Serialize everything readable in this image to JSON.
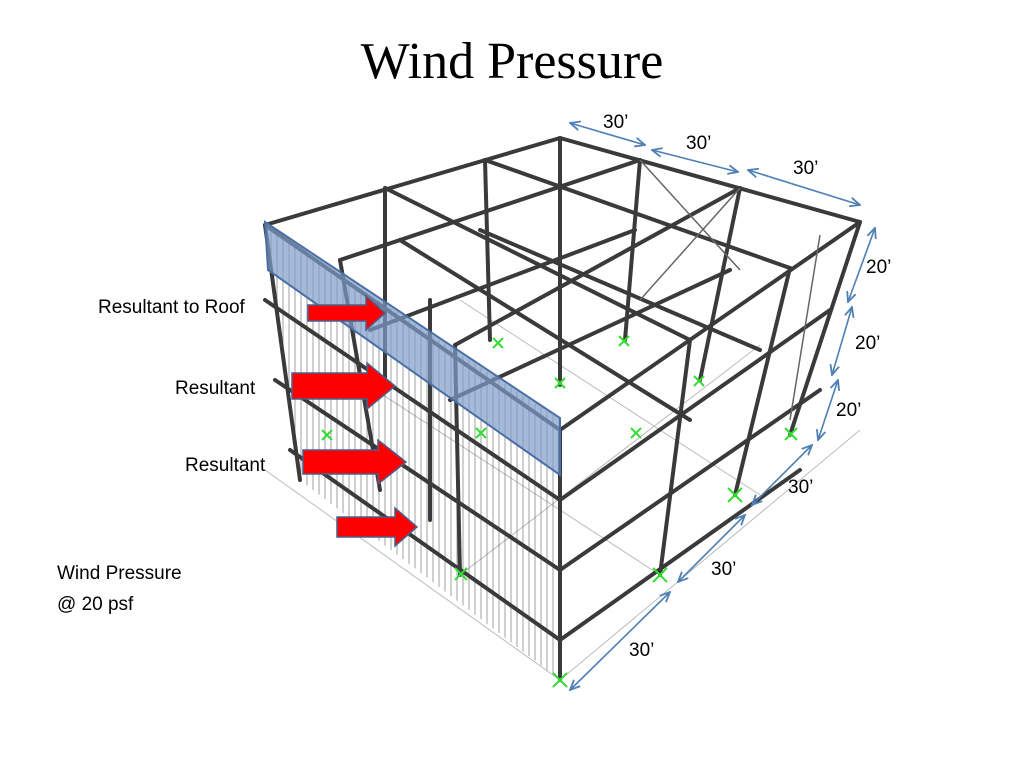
{
  "slide": {
    "title": "Wind Pressure"
  },
  "labels": {
    "resultant_roof": "Resultant to Roof",
    "resultant_1": "Resultant",
    "resultant_2": "Resultant",
    "pressure_line1": "Wind Pressure",
    "pressure_line2": "@ 20 psf"
  },
  "dimensions": {
    "top_1": "30’",
    "top_2": "30’",
    "top_3": "30’",
    "height_1": "20’",
    "height_2": "20’",
    "height_3": "20’",
    "side_1": "30’",
    "side_2": "30’",
    "side_3": "30’"
  },
  "colors": {
    "frame": "#3a3a3a",
    "arrow_fill": "#ff0000",
    "arrow_stroke": "#4a5f8a",
    "panel_fill": "#7f9cc9",
    "dim_line": "#4f7fb5",
    "support": "#33dd33"
  }
}
